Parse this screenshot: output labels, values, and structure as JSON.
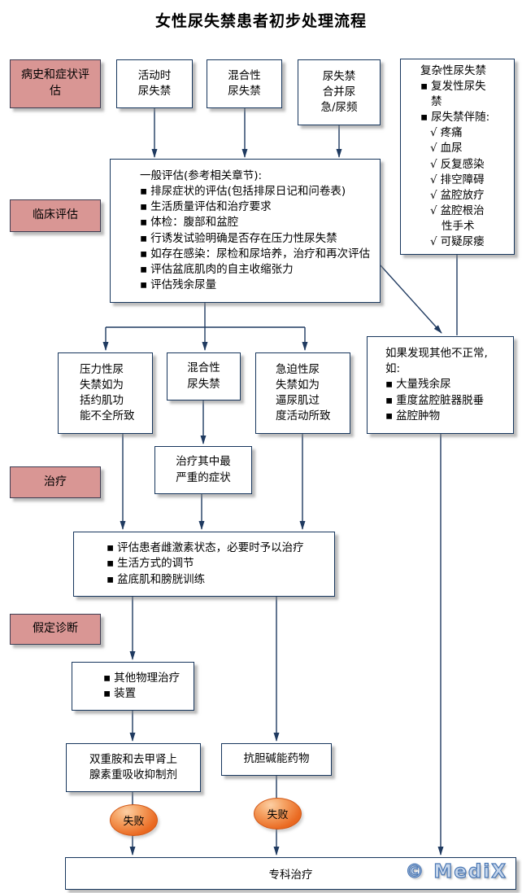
{
  "title": "女性尿失禁患者初步处理流程",
  "chars": {
    "bullet": "▪",
    "check": "√"
  },
  "stages": {
    "history": "病史和症状评估",
    "clinical": "临床评估",
    "treatment": "治疗",
    "diagnosis": "假定诊断"
  },
  "nodes": {
    "activity_ui": "活动时\n尿失禁",
    "mixed_ui_top": "混合性\n尿失禁",
    "ui_urgency": "尿失禁\n合并尿\n急/尿频",
    "complex": {
      "title": "复杂性尿失禁",
      "items": [
        "复发性尿失禁",
        "尿失禁伴随:"
      ],
      "checklist": [
        "疼痛",
        "血尿",
        "反复感染",
        "排空障碍",
        "盆腔放疗",
        "盆腔根治性手术",
        "可疑尿瘘"
      ]
    },
    "general": {
      "title": "一般评估(参考相关章节):",
      "items": [
        "排尿症状的评估(包括排尿日记和问卷表)",
        "生活质量评估和治疗要求",
        "体检：腹部和盆腔",
        "行诱发试验明确是否存在压力性尿失禁",
        "如存在感染：尿检和尿培养，治疗和再次评估",
        "评估盆底肌肉的自主收缩张力",
        "评估残余尿量"
      ]
    },
    "stress_ui": "压力性尿\n失禁如为\n括约肌功\n能不全所致",
    "mixed_ui_mid": "混合性\n尿失禁",
    "urge_ui": "急迫性尿\n失禁如为\n逼尿肌过\n度活动所致",
    "abnormal": {
      "title": "如果发现其他不正常,\n如:",
      "items": [
        "大量残余尿",
        "重度盆腔脏器脱垂",
        "盆腔肿物"
      ]
    },
    "treat_worst": "治疗其中最\n严重的症状",
    "conservative": {
      "items": [
        "评估患者雌激素状态，必要时予以治疗",
        "生活方式的调节",
        "盆底肌和膀胱训练"
      ]
    },
    "physical": {
      "items": [
        "其他物理治疗",
        "装置"
      ]
    },
    "snri": "双重胺和去甲肾上\n腺素重吸收抑制剂",
    "anticholinergic": "抗胆碱能药物",
    "fail": "失败",
    "specialist": "专科治疗"
  },
  "watermark": "© MediX",
  "colors": {
    "stage_fill": "#D99694",
    "line_navy": "#1F3A60",
    "box_border_navy": "#17365D",
    "fail_orange": "#E9661F",
    "watermark_blue": "#4A77B4"
  }
}
